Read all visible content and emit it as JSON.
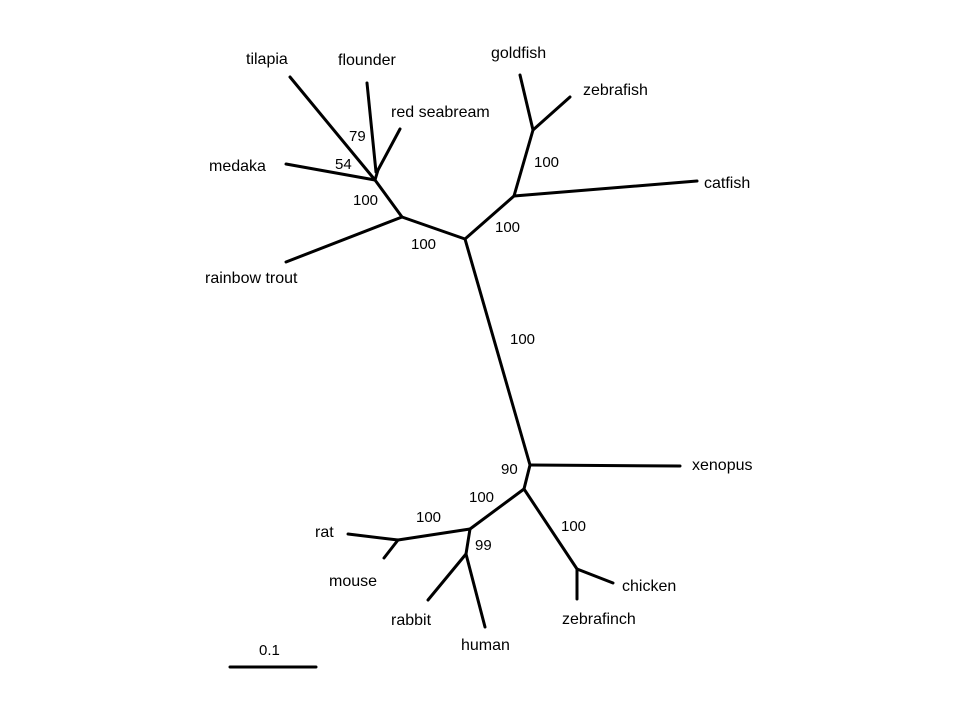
{
  "taxa": {
    "tilapia": "tilapia",
    "flounder": "flounder",
    "red_seabream": "red seabream",
    "medaka": "medaka",
    "rainbow_trout": "rainbow trout",
    "goldfish": "goldfish",
    "zebrafish": "zebrafish",
    "catfish": "catfish",
    "xenopus": "xenopus",
    "rat": "rat",
    "mouse": "mouse",
    "rabbit": "rabbit",
    "human": "human",
    "chicken": "chicken",
    "zebrafinch": "zebrafinch"
  },
  "support": {
    "flounder_clade": "79",
    "medaka_clade": "54",
    "acanthopterygii": "100",
    "teleost_left": "100",
    "cyprinid": "100",
    "ostariophysi": "100",
    "fish_tetrapod": "100",
    "xenopus_node": "90",
    "amniote": "100",
    "rodent": "100",
    "primate_rabbit": "99",
    "bird": "100"
  },
  "scale_bar": {
    "label": "0.1"
  },
  "colors": {
    "line": "#000000",
    "background": "#ffffff"
  }
}
